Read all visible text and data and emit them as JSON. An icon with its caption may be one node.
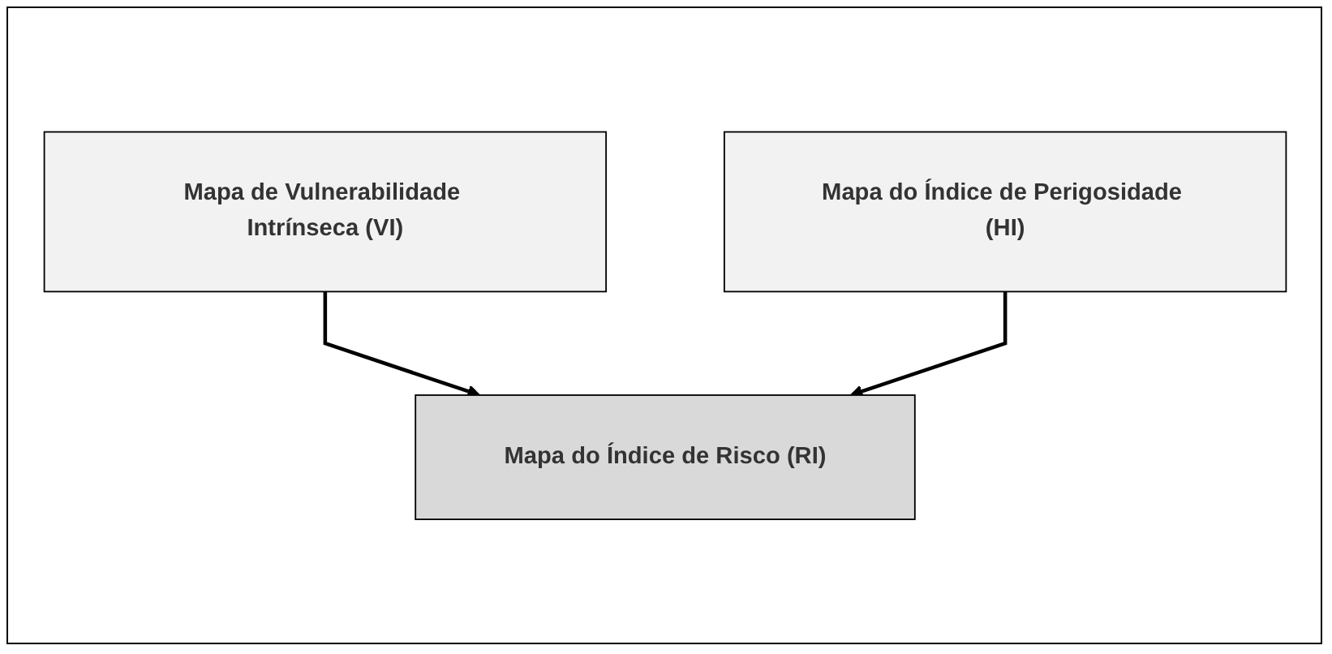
{
  "diagram": {
    "nodes": [
      {
        "text": [
          "Mapa de Vulnerabilidade Intrínseca (VI)"
        ]
      },
      {
        "text": [
          "Mapa do Índice de Perigosidade (HI)"
        ]
      },
      {
        "text": [
          "Mapa do Índice de Risco (RI)"
        ]
      }
    ],
    "edges": [
      {
        "from": 0,
        "to": 2,
        "arrow": "to"
      },
      {
        "from": 1,
        "to": 2,
        "arrow": "to"
      }
    ]
  }
}
